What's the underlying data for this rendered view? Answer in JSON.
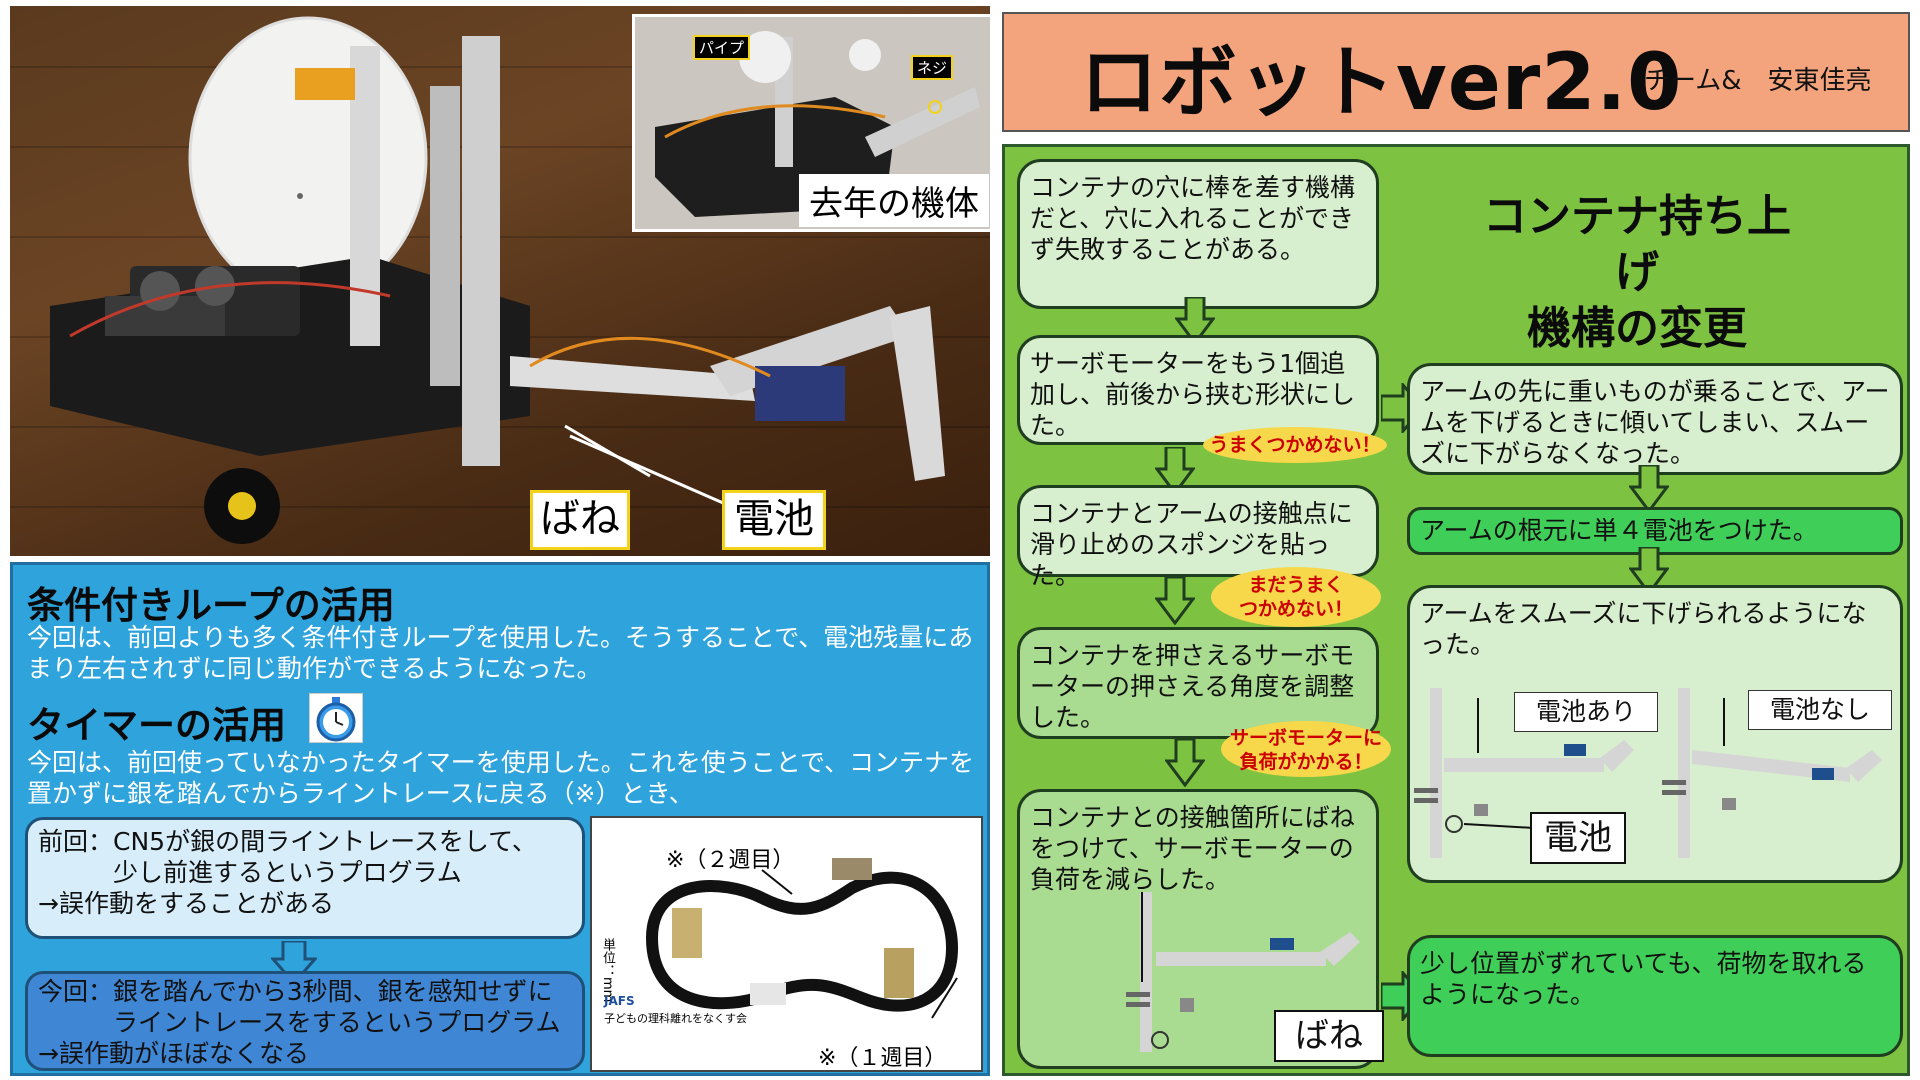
{
  "photo": {
    "labels": {
      "spring": "ばね",
      "battery": "電池"
    },
    "inset": {
      "caption": "去年の機体",
      "pipe_label": "パイプ",
      "screw_label": "ネジ"
    }
  },
  "left_panel": {
    "loop_heading": "条件付きループの活用",
    "loop_text": "今回は、前回よりも多く条件付きループを使用した。そうすることで、電池残量にあまり左右されずに同じ動作ができるようになった。",
    "timer_heading": "タイマーの活用",
    "timer_icon": "stopwatch-icon",
    "timer_text": "今回は、前回使っていなかったタイマーを使用した。これを使うことで、コンテナを置かずに銀を踏んでからライントレースに戻る（※）とき、",
    "before_lines": [
      "前回：CN5が銀の間ライントレースをして、",
      "　　　少し前進するというプログラム",
      "→誤作動をすることがある"
    ],
    "after_lines": [
      "今回：銀を踏んでから3秒間、銀を感知せずに",
      "　　　ライントレースをするというプログラム",
      "→誤作動がほぼなくなる"
    ],
    "map": {
      "week2": "※（２週目）",
      "week1": "※（１週目）",
      "unit": "単位：mm",
      "org_logo": "JAFS",
      "org_caption": "子どもの理科離れをなくす会"
    }
  },
  "title": {
    "main": "ロボットver2.0",
    "team": "チーム&　安東佳亮"
  },
  "right_panel": {
    "heading_lines": [
      "コンテナ持ち上げ",
      "機構の変更"
    ],
    "flow_left": [
      "コンテナの穴に棒を差す機構だと、穴に入れることができず失敗することがある。",
      "サーボモーターをもう1個追加し、前後から挟む形状にした。",
      "コンテナとアームの接触点に滑り止めのスポンジを貼った。",
      "コンテナを押さえるサーボモーターの押さえる角度を調整した。",
      "コンテナとの接触箇所にばねをつけて、サーボモーターの負荷を減らした。"
    ],
    "bursts": [
      "うまくつかめない！",
      "まだうまく\nつかめない！",
      "サーボモーターに\n負荷がかかる！"
    ],
    "flow_right": [
      "アームの先に重いものが乗ることで、アームを下げるときに傾いてしまい、スムーズに下がらなくなった。",
      "アームの根元に単４電池をつけた。",
      "アームをスムーズに下げられるようになった。",
      "少し位置がずれていても、荷物を取れるようになった。"
    ],
    "diagram_labels": {
      "with_battery": "電池あり",
      "without_battery": "電池なし",
      "battery": "電池",
      "spring": "ばね"
    }
  },
  "colors": {
    "blue_panel": "#2fa3dc",
    "green_panel": "#7ec242",
    "title_bg": "#f3a47c",
    "callout_border": "#f2d21a"
  }
}
